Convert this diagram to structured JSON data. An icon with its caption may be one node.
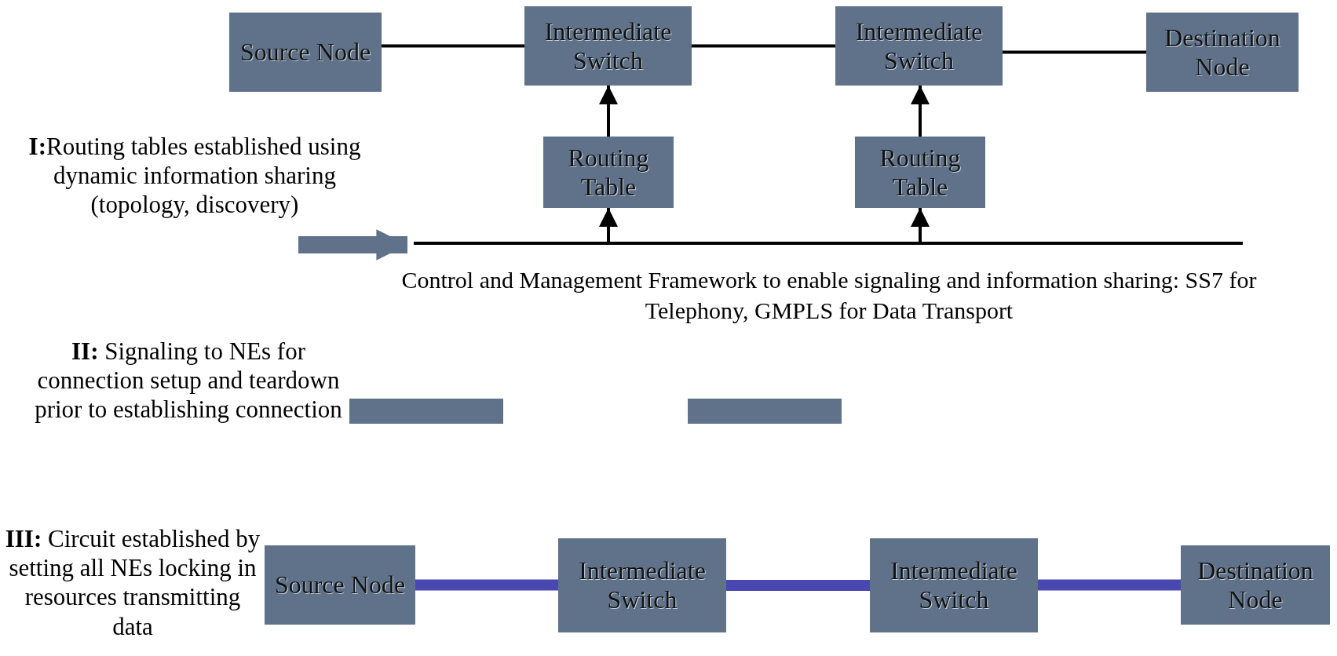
{
  "diagram": {
    "nodes": [
      {
        "text": [
          "Source Node"
        ]
      },
      {
        "text": [
          "Intermediate Switch"
        ]
      },
      {
        "text": [
          "Intermediate Switch"
        ]
      },
      {
        "text": [
          "Destination Node"
        ]
      },
      {
        "text": [
          "Routing Table"
        ]
      },
      {
        "text": [
          "Routing Table"
        ]
      },
      {
        "text": [],
        "shape": "bar",
        "beside": [
          "Control and Management Framework to enable signaling and information sharing: SS7 for Telephony, GMPLS for Data Transport"
        ]
      },
      {
        "text": [],
        "shape": "bar"
      },
      {
        "text": [],
        "shape": "bar"
      },
      {
        "text": [
          "Source Node"
        ]
      },
      {
        "text": [
          "Intermediate Switch"
        ]
      },
      {
        "text": [
          "Intermediate Switch"
        ]
      },
      {
        "text": [
          "Destination Node"
        ]
      }
    ],
    "edges": [
      {
        "from": 0,
        "to": 1,
        "arrow": "none"
      },
      {
        "from": 1,
        "to": 2,
        "arrow": "none"
      },
      {
        "from": 2,
        "to": 3,
        "arrow": "none"
      },
      {
        "from": 4,
        "to": 1,
        "arrow": "to"
      },
      {
        "from": 5,
        "to": 2,
        "arrow": "to"
      },
      {
        "from": 6,
        "to": 4,
        "arrow": "to"
      },
      {
        "from": 6,
        "to": 5,
        "arrow": "to"
      },
      {
        "from": null,
        "to": 6,
        "arrow": "to",
        "style": "thick",
        "color": "#5f7289"
      },
      {
        "from": 9,
        "to": 10,
        "arrow": "none",
        "style": "thick",
        "color": "#4848b0"
      },
      {
        "from": 10,
        "to": 11,
        "arrow": "none",
        "style": "thick",
        "color": "#4848b0"
      },
      {
        "from": 11,
        "to": 12,
        "arrow": "none",
        "style": "thick",
        "color": "#4848b0"
      }
    ],
    "labels": [
      "**I:**Routing tables established using dynamic information sharing (topology, discovery)",
      "**II:** Signaling to NEs for connection setup and teardown prior to establishing connection",
      "**III:** Circuit established by setting all NEs locking in resources transmitting data"
    ]
  }
}
